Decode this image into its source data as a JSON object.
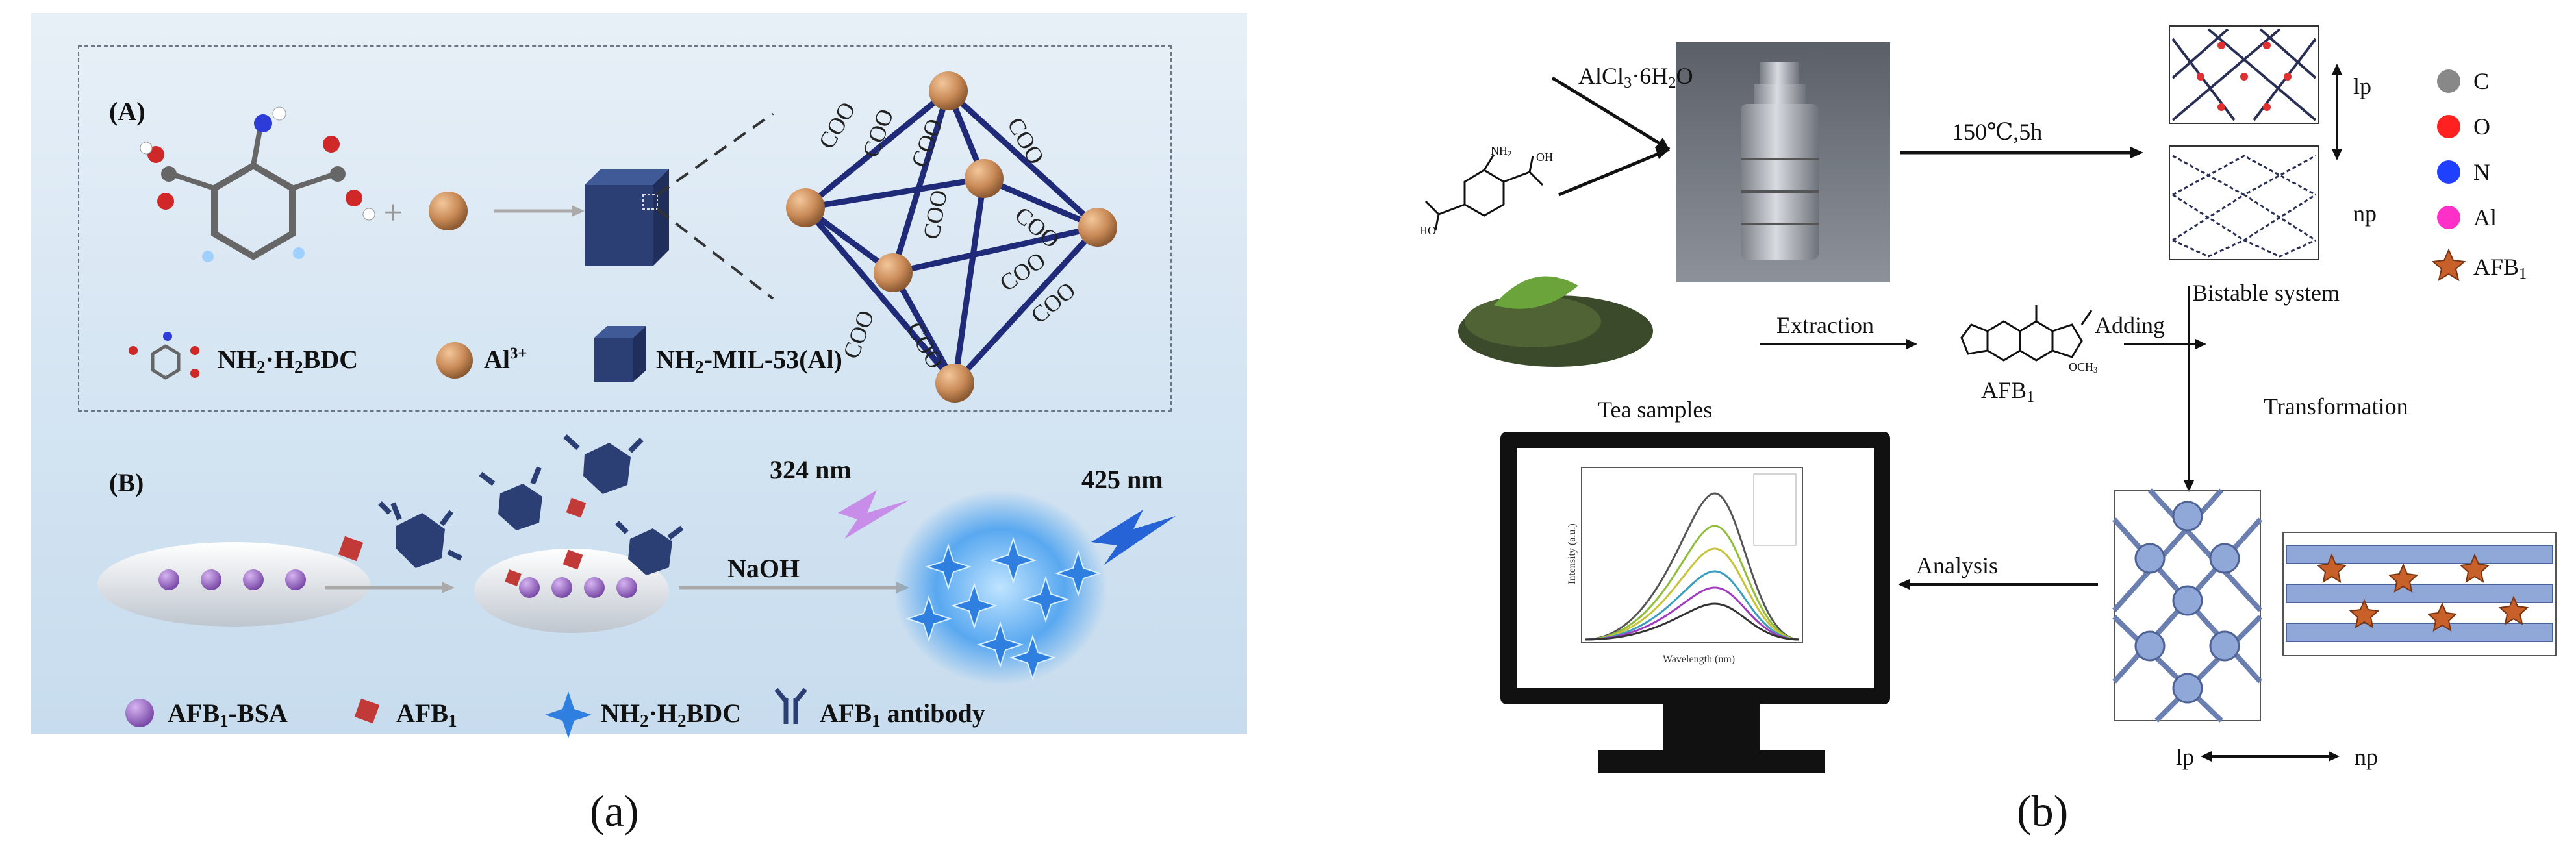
{
  "panel_a": {
    "label_A": "(A)",
    "label_B": "(B)",
    "coo": "COO",
    "legend_A": {
      "ligand": "NH",
      "ligand_mid": "·H",
      "ligand_end": "BDC",
      "metal": "Al",
      "metal_sup": "3+",
      "mof": "NH",
      "mof_end": "-MIL-53(Al)"
    },
    "wl_excite": "324 nm",
    "wl_emit": "425 nm",
    "naoh": "NaOH",
    "legend_B": {
      "afb1_bsa": "AFB",
      "afb1_bsa_end": "-BSA",
      "afb1": "AFB",
      "ligand": "NH",
      "ligand_mid": "·H",
      "ligand_end": "BDC",
      "antibody": "AFB",
      "antibody_end": " antibody"
    },
    "sub_1": "1",
    "sub_2": "2"
  },
  "panel_b": {
    "alcl3": "AlCl",
    "alcl3_mid": "·6H",
    "alcl3_end": "O",
    "nh2": "NH",
    "oh": "OH",
    "ho": "HO",
    "condition": "150℃,5h",
    "lp": "lp",
    "np": "np",
    "bistable": "Bistable system",
    "legend": {
      "c": "C",
      "o": "O",
      "n": "N",
      "al": "Al",
      "afb1": "AFB"
    },
    "extraction": "Extraction",
    "adding": "Adding",
    "afb1": "AFB",
    "och3": "OCH",
    "tea": "Tea samples",
    "transformation": "Transformation",
    "analysis": "Analysis",
    "chart_xlabel": "Wavelength (nm)",
    "chart_ylabel": "Intensity (a.u.)",
    "sub_1": "1",
    "sub_2": "2",
    "sub_3": "3"
  },
  "captions": {
    "a": "(a)",
    "b": "(b)"
  },
  "colors": {
    "sphere": "#c98a57",
    "bond": "#1f2a78",
    "cube": "#2b3f74",
    "star": "#4a86e8",
    "afb1_bsa": "#8a5ab8",
    "afb1": "#c23a38"
  }
}
